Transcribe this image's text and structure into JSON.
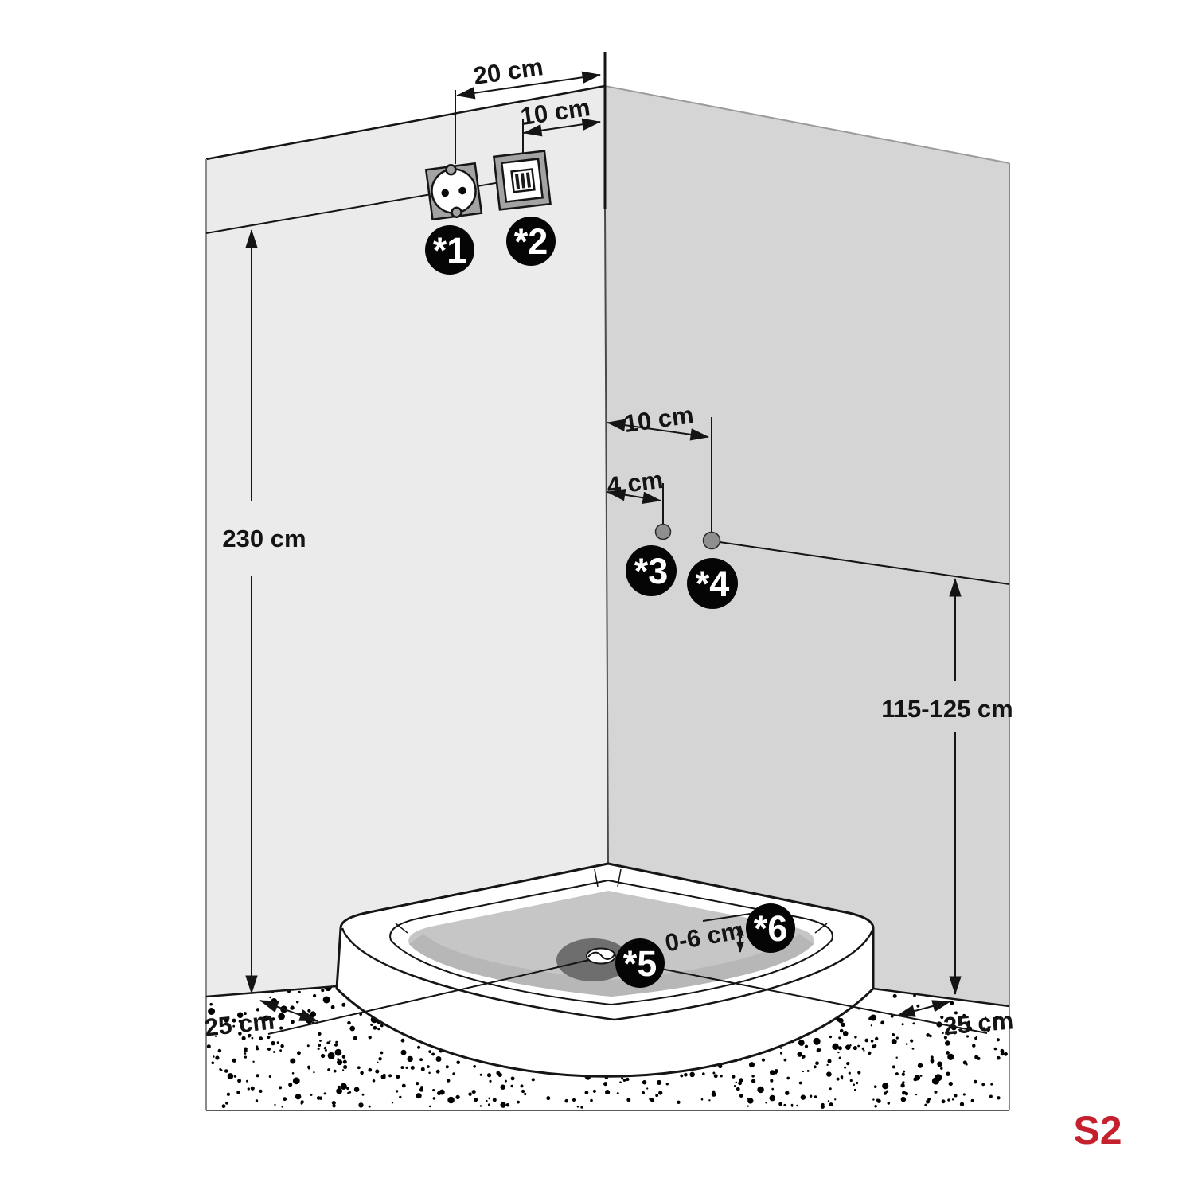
{
  "dims": {
    "socket_offset": "20 cm",
    "junction_offset": "10 cm",
    "ceiling_height": "230 cm",
    "pipe_offset": "10 cm",
    "pipe_gap": "4 cm",
    "valve_height": "115-125 cm",
    "tray_rim_range": "0-6 cm",
    "drain_left": "25 cm",
    "drain_right": "25 cm"
  },
  "markers": {
    "m1": "*1",
    "m2": "*2",
    "m3": "*3",
    "m4": "*4",
    "m5": "*5",
    "m6": "*6"
  },
  "sheet_code": "S2",
  "colors": {
    "wall_left": "#ebebeb",
    "wall_right": "#d5d5d5",
    "line": "#151515",
    "accent": "#c5202e",
    "basin": "#c6c6c6",
    "basin_shade": "#b7b7b7",
    "drain": "#6e6e6e",
    "socket_plate": "#a3a3a3",
    "dot": "#8f8f8f"
  }
}
